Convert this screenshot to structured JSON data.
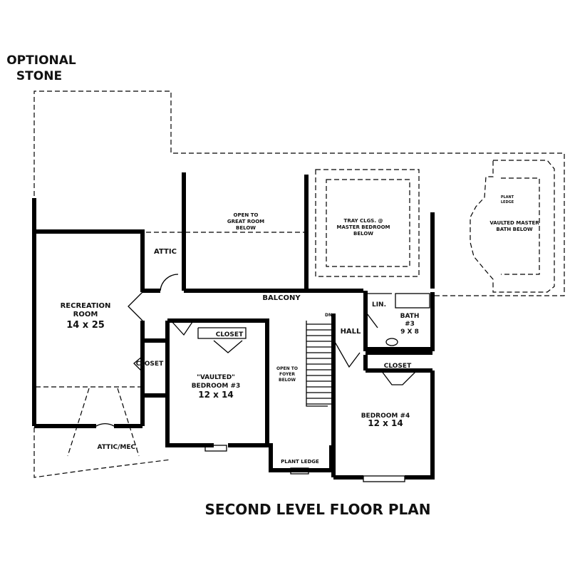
{
  "title": "SECOND LEVEL FLOOR PLAN",
  "note": [
    "OPTIONAL",
    "STONE"
  ],
  "rooms": {
    "recreation": {
      "name": "RECREATION",
      "name2": "ROOM",
      "size": "14 x 25"
    },
    "attic": "ATTIC",
    "open_great": [
      "OPEN TO",
      "GREAT ROOM",
      "BELOW"
    ],
    "tray": [
      "TRAY CLGS. @",
      "MASTER BEDROOM",
      "BELOW"
    ],
    "plant_ledge_small": [
      "PLANT",
      "LEDGE"
    ],
    "vaulted_bath": [
      "VAULTED MASTER",
      "BATH BELOW"
    ],
    "balcony": "BALCONY",
    "lin": "LIN.",
    "bath3": {
      "name": "BATH",
      "num": "#3",
      "size": "9 X 8"
    },
    "hall": "HALL",
    "dn": "DN",
    "closet_bed3": "CLOSET",
    "closet_rec": "CLOSET",
    "closet_bed4": "CLOSET",
    "bedroom3": {
      "name1": "\"VAULTED\"",
      "name2": "BEDROOM #3",
      "size": "12 x 14"
    },
    "open_foyer": [
      "OPEN TO",
      "FOYER",
      "BELOW"
    ],
    "bedroom4": {
      "name": "BEDROOM #4",
      "size": "12 x 14"
    },
    "plant_ledge": "PLANT LEDGE",
    "attic_mec": "ATTIC/MEC."
  }
}
